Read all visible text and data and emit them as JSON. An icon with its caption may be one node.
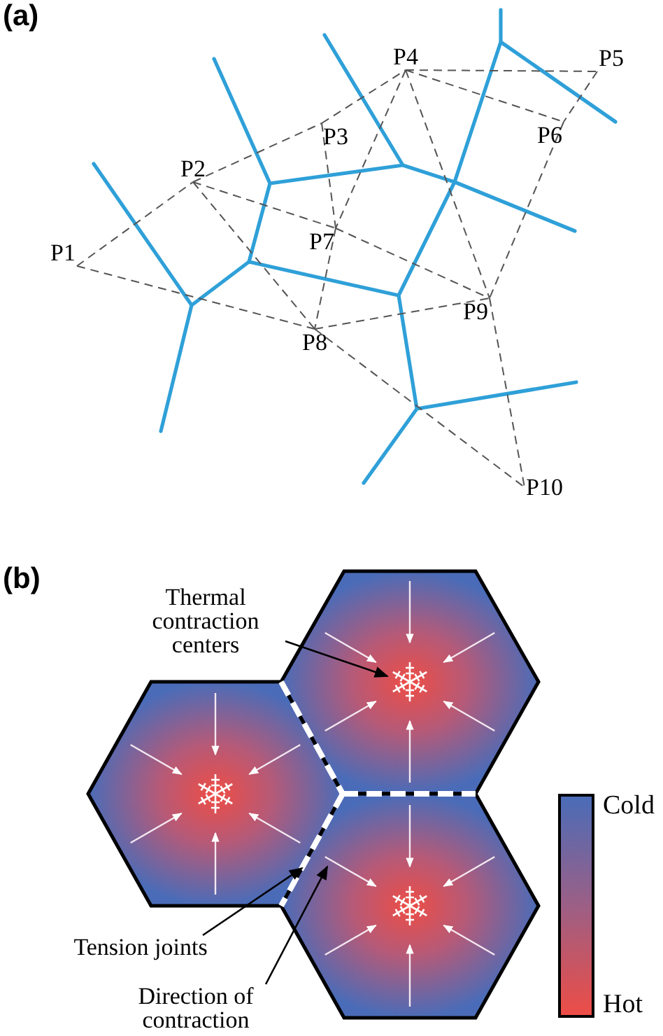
{
  "diagram": {
    "nodes": [
      {
        "text": [
          "P1"
        ]
      },
      {
        "text": [
          "P2"
        ]
      },
      {
        "text": [
          "P3"
        ]
      },
      {
        "text": [
          "P4"
        ]
      },
      {
        "text": [
          "P5"
        ]
      },
      {
        "text": [
          "P6"
        ]
      },
      {
        "text": [
          "P7"
        ]
      },
      {
        "text": [
          "P8"
        ]
      },
      {
        "text": [
          "P9"
        ]
      },
      {
        "text": [
          "P10"
        ]
      },
      {
        "text": [
          "Thermal contraction centers"
        ]
      },
      {
        "text": [],
        "shape": "snowflake"
      },
      {
        "text": [
          "Tension joints"
        ]
      },
      {
        "text": [
          "Direction of contraction"
        ]
      },
      {
        "text": [],
        "shape": "line"
      },
      {
        "text": [],
        "shape": "arrow"
      }
    ],
    "edges": [
      {
        "from": 0,
        "to": 1,
        "arrow": "none",
        "style": "dashed"
      },
      {
        "from": 0,
        "to": 7,
        "arrow": "none",
        "style": "dashed"
      },
      {
        "from": 1,
        "to": 2,
        "arrow": "none",
        "style": "dashed"
      },
      {
        "from": 2,
        "to": 3,
        "arrow": "none",
        "style": "dashed"
      },
      {
        "from": 1,
        "to": 6,
        "arrow": "none",
        "style": "dashed"
      },
      {
        "from": 1,
        "to": 7,
        "arrow": "none",
        "style": "dashed"
      },
      {
        "from": 2,
        "to": 6,
        "arrow": "none",
        "style": "dashed"
      },
      {
        "from": 6,
        "to": 7,
        "arrow": "none",
        "style": "dashed"
      },
      {
        "from": 3,
        "to": 6,
        "arrow": "none",
        "style": "dashed"
      },
      {
        "from": 6,
        "to": 8,
        "arrow": "none",
        "style": "dashed"
      },
      {
        "from": 3,
        "to": 4,
        "arrow": "none",
        "style": "dashed"
      },
      {
        "from": 3,
        "to": 5,
        "arrow": "none",
        "style": "dashed"
      },
      {
        "from": 3,
        "to": 8,
        "arrow": "none",
        "style": "dashed"
      },
      {
        "from": 4,
        "to": 5,
        "arrow": "none",
        "style": "dashed"
      },
      {
        "from": 5,
        "to": 8,
        "arrow": "none",
        "style": "dashed"
      },
      {
        "from": 7,
        "to": 8,
        "arrow": "none",
        "style": "dashed"
      },
      {
        "from": 7,
        "to": 9,
        "arrow": "none",
        "style": "dashed"
      },
      {
        "from": 8,
        "to": 9,
        "arrow": "none",
        "style": "dashed"
      },
      {
        "from": 10,
        "to": 11,
        "arrow": "to"
      },
      {
        "from": 12,
        "to": 14,
        "arrow": "to"
      },
      {
        "from": 13,
        "to": 15,
        "arrow": "to"
      }
    ],
    "labels": [
      "(a)",
      "(b)",
      "Cold",
      "Hot"
    ]
  }
}
